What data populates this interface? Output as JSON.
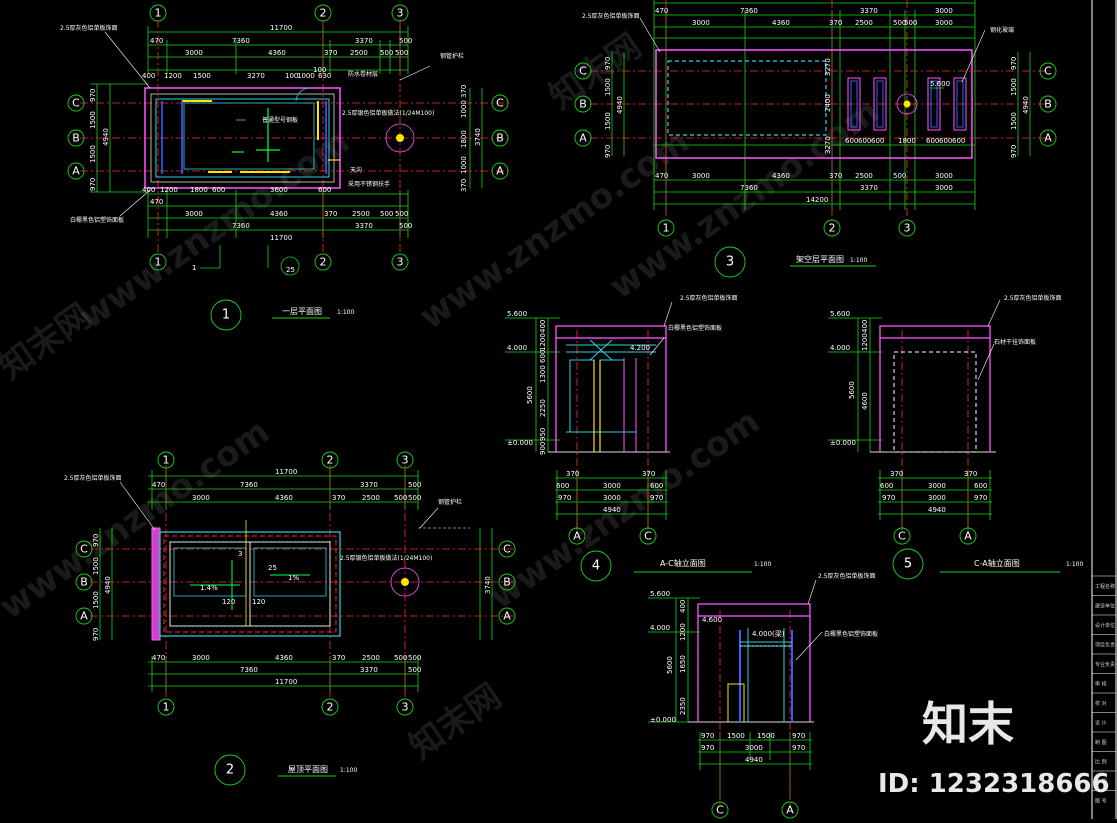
{
  "colors": {
    "background": "#000000",
    "dim": "#19d419",
    "axis": "#ff2a2a",
    "wall": "#ff55ff",
    "cyan": "#32d0e0",
    "yellow": "#ffe600",
    "blue": "#3a5cff",
    "white": "#ffffff",
    "green_bright": "#00ff40"
  },
  "watermark": {
    "site": "www.znzmo.com",
    "brand": "知末网",
    "logo": "知末",
    "id": "ID: 1232318666"
  },
  "drawings": {
    "plan1": {
      "number": "1",
      "title": "一层平面图",
      "scale": "1:100",
      "top_axes": [
        "1",
        "2",
        "3"
      ],
      "bottom_axes": [
        "1",
        "2",
        "3"
      ],
      "row_axes": [
        "C",
        "B",
        "A"
      ],
      "overall": "11700",
      "dims_row1": [
        "470",
        "7360",
        "3370",
        "500"
      ],
      "dims_row2": [
        "3000",
        "4360",
        "370",
        "2500",
        "500",
        "500"
      ],
      "dims_row3": [
        "400",
        "1200",
        "1500",
        "3270",
        "100",
        "1000",
        "100",
        "630"
      ],
      "dims_row4_bottom": [
        "400",
        "1200",
        "1800",
        "600",
        "3600",
        "600"
      ],
      "side_dims_left": [
        "970",
        "1500",
        "1500",
        "970"
      ],
      "side_total": "4940",
      "side_dims_right": [
        "370",
        "1000",
        "1800",
        "1000",
        "370"
      ],
      "side_total_right": "3740",
      "section_ref": "1",
      "detail_ref": "25",
      "notes": [
        "2.5厚灰色铝单板饰面",
        "钢管护栏",
        "防水卷材层",
        "白椰黑色铝塑饰面板",
        "2.5厚银色铝单板做法(1/24M100)",
        "天沟",
        "普通型号钢板",
        "采用不锈钢扶手"
      ]
    },
    "plan2": {
      "number": "2",
      "title": "屋顶平面图",
      "scale": "1:100",
      "top_axes": [
        "1",
        "2",
        "3"
      ],
      "bottom_axes": [
        "1",
        "2",
        "3"
      ],
      "row_axes": [
        "C",
        "B",
        "A"
      ],
      "overall": "11700",
      "dims_row1": [
        "470",
        "7360",
        "3370",
        "500"
      ],
      "dims_row2": [
        "3000",
        "4360",
        "370",
        "2500",
        "500",
        "500"
      ],
      "side_dims": [
        "970",
        "1500",
        "1500",
        "970"
      ],
      "side_total": "4940",
      "side_total_right": "3740",
      "labels": [
        "3",
        "25",
        "1%",
        "1.4%",
        "120",
        "120"
      ],
      "notes": [
        "2.5厚灰色铝单板饰面",
        "钢管护栏",
        "2.5厚银色铝单板做法(1/24M100)"
      ]
    },
    "plan3": {
      "number": "3",
      "title": "架空层平面图",
      "scale": "1:100",
      "top_axes": [
        "1",
        "2",
        "3"
      ],
      "row_axes": [
        "C",
        "B",
        "A"
      ],
      "overall": "14200",
      "dims_row1": [
        "470",
        "7360",
        "3370",
        "3000"
      ],
      "dims_row2": [
        "3000",
        "4360",
        "370",
        "2500",
        "500",
        "500",
        "3000"
      ],
      "dims_inner": [
        "600",
        "600",
        "600",
        "1800",
        "600",
        "600",
        "600"
      ],
      "side_dims": [
        "970",
        "1500",
        "1500",
        "970"
      ],
      "side_total": "4940",
      "elevation": "5.600",
      "labels": [
        "3270",
        "2400",
        "3270"
      ],
      "notes": [
        "2.5厚灰色铝单板饰面",
        "钢化玻璃"
      ]
    },
    "elev4": {
      "number": "4",
      "title": "A-C轴立面图",
      "scale": "1:100",
      "levels": [
        "5.600",
        "4.000",
        "±0.000"
      ],
      "level_mid": "4.200",
      "vdims": [
        "400",
        "1200",
        "600",
        "1300",
        "2250",
        "950",
        "900"
      ],
      "vtotal": "5600",
      "hdims1": [
        "370",
        "370"
      ],
      "hdims2": [
        "600",
        "3000",
        "600"
      ],
      "hdims3": [
        "970",
        "3000",
        "970"
      ],
      "htotal": "4940",
      "axes": [
        "A",
        "C"
      ],
      "notes": [
        "2.5厚灰色铝单板饰面",
        "白椰黑色铝塑饰面板"
      ]
    },
    "elev5": {
      "number": "5",
      "title": "C-A轴立面图",
      "scale": "1:100",
      "levels": [
        "5.600",
        "4.000",
        "±0.000"
      ],
      "vdims": [
        "400",
        "1200",
        "4600"
      ],
      "vtotal": "5600",
      "hdims1": [
        "370",
        "370"
      ],
      "hdims2": [
        "600",
        "3000",
        "600"
      ],
      "hdims3": [
        "970",
        "3000",
        "970"
      ],
      "htotal": "4940",
      "axes": [
        "C",
        "A"
      ],
      "notes": [
        "2.5厚灰色铝单板饰面",
        "石材干挂饰面板"
      ]
    },
    "section1": {
      "title": "1-1剖面图",
      "levels": [
        "5.600",
        "4.000",
        "±0.000"
      ],
      "level_mid": "4.600",
      "level_inner": "4.000(梁)",
      "vdims": [
        "400",
        "1200",
        "1650",
        "2350"
      ],
      "vtotal": "5600",
      "hdims1": [
        "970",
        "1500",
        "1500",
        "970"
      ],
      "hdims2": [
        "970",
        "3000",
        "970"
      ],
      "htotal": "4940",
      "axes": [
        "C",
        "A"
      ],
      "notes": [
        "2.5厚灰色铝单板饰面",
        "白椰黑色铝塑饰面板"
      ]
    }
  },
  "right_panel": {
    "rows": [
      "工程名称",
      "建设单位",
      "设计单位",
      "项目负责人",
      "专业负责人",
      "审 核",
      "校 对",
      "设 计",
      "制 图",
      "比 例",
      "日 期",
      "图 号"
    ]
  }
}
